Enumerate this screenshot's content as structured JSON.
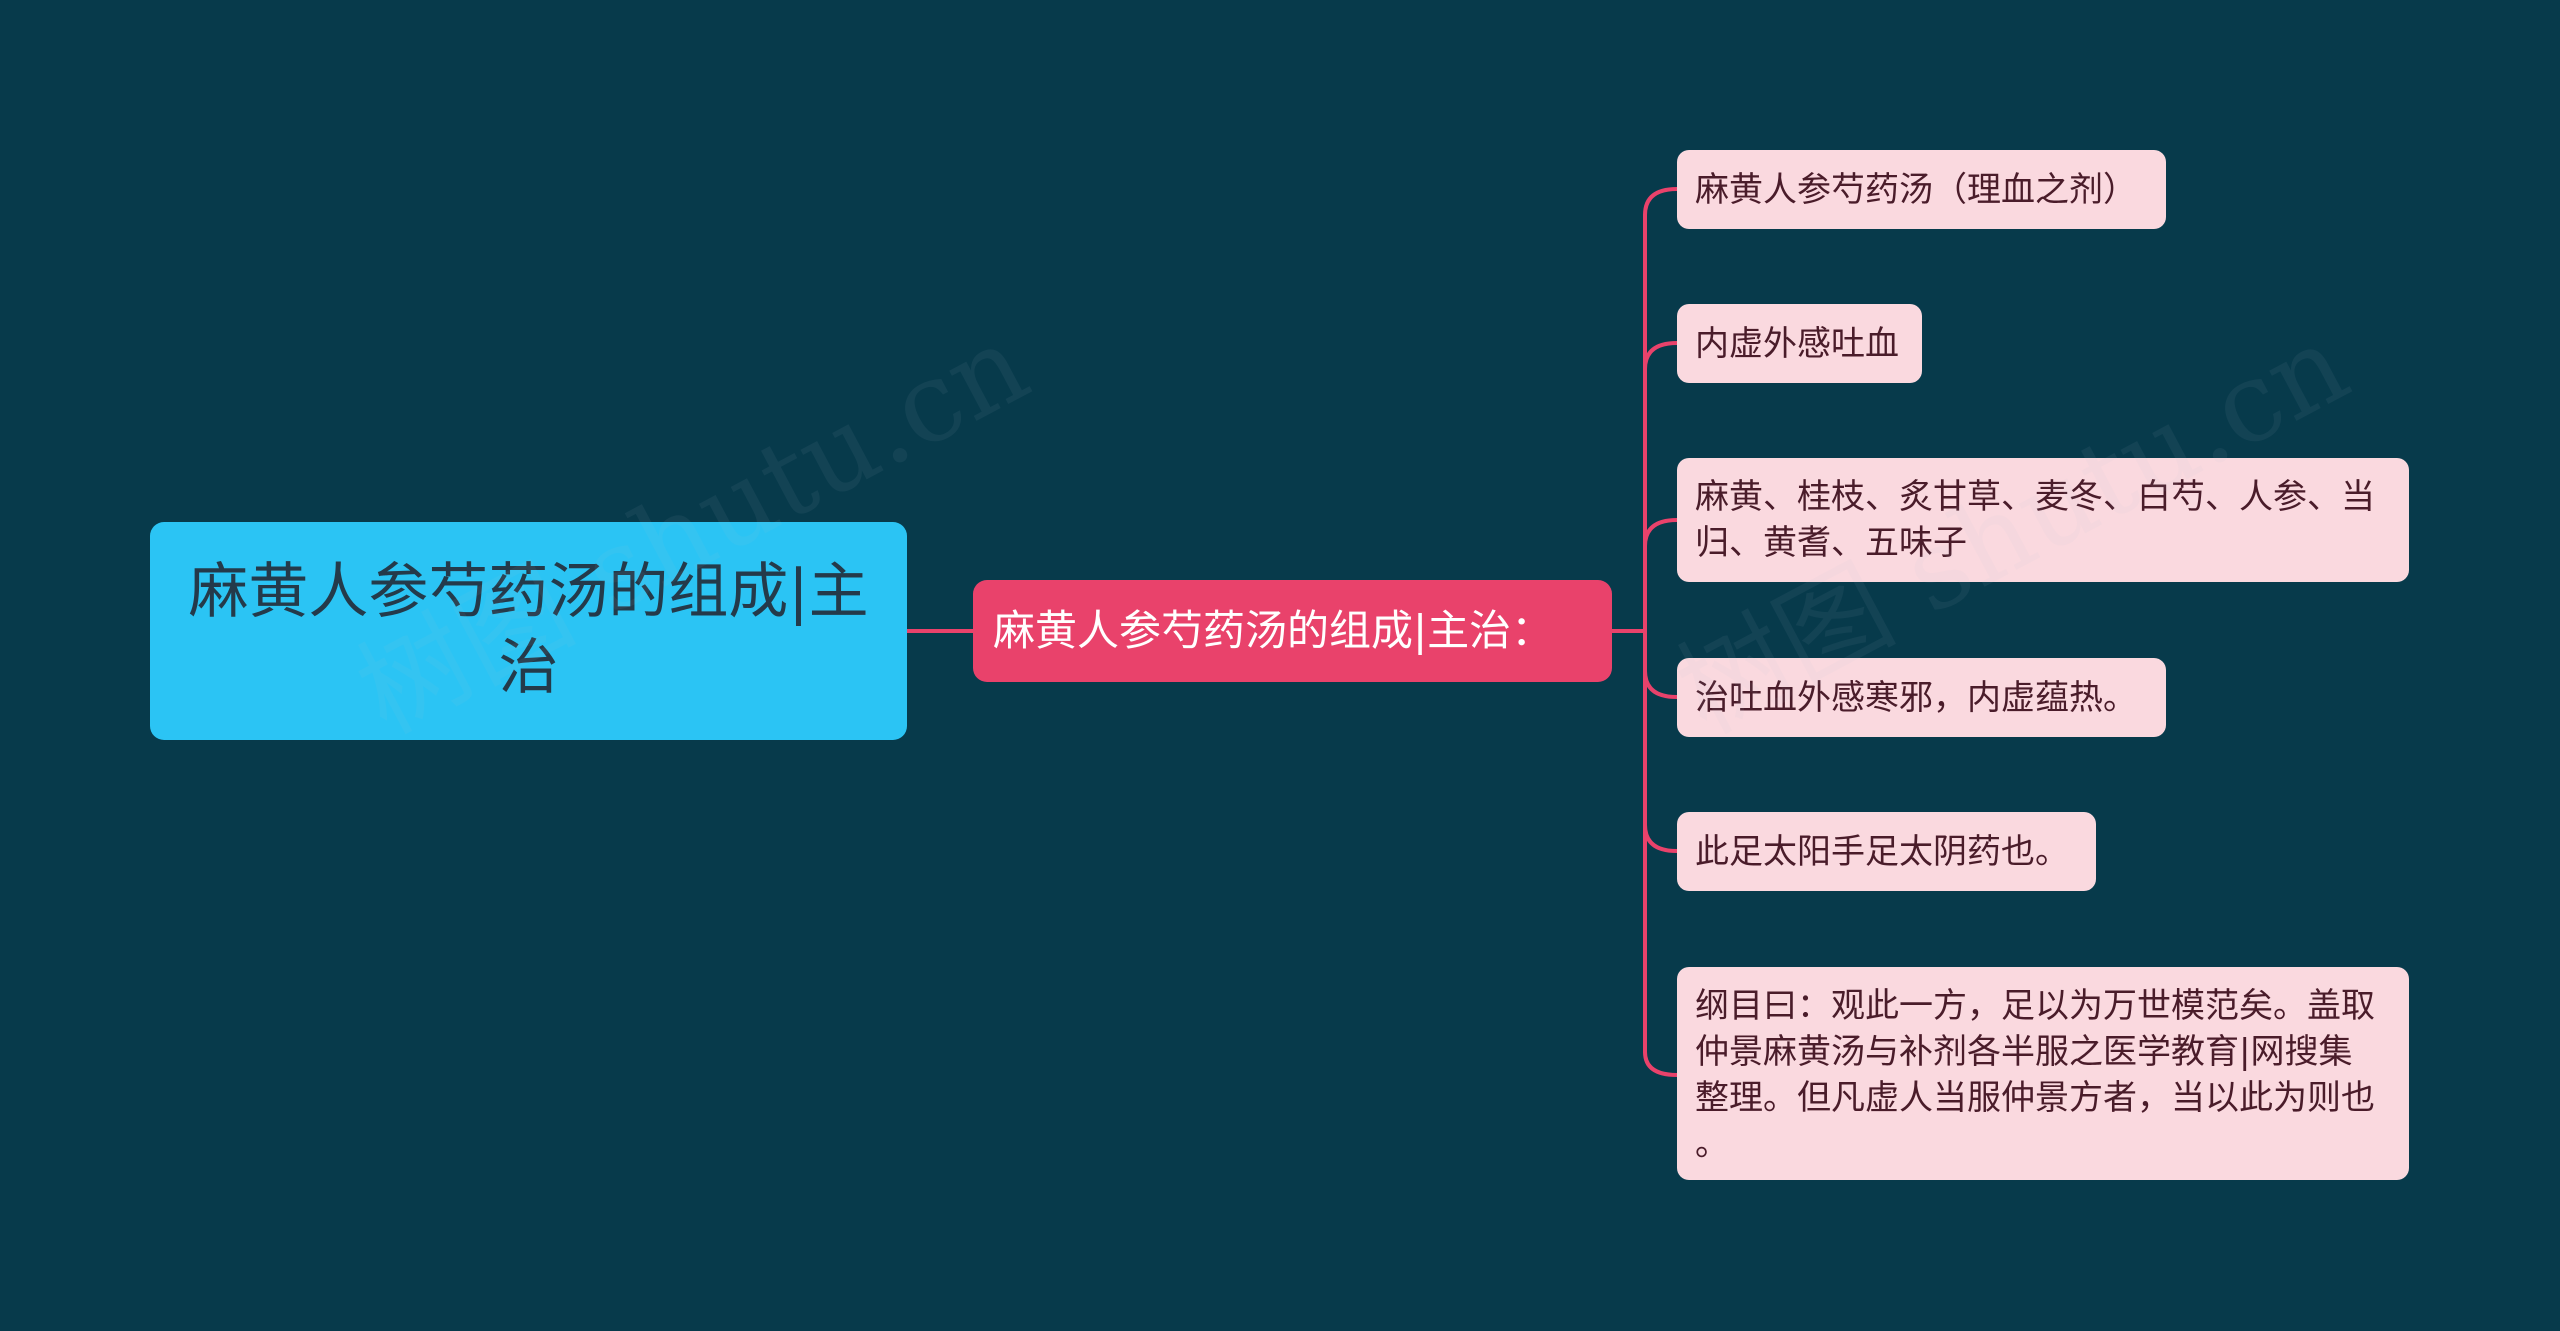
{
  "root": {
    "lines": [
      "麻黄人参芍药汤的组成|主",
      "治"
    ]
  },
  "mid": {
    "label": "麻黄人参芍药汤的组成|主治："
  },
  "leaves": [
    {
      "lines": [
        "麻黄人参芍药汤（理血之剂）"
      ]
    },
    {
      "lines": [
        "内虚外感吐血"
      ]
    },
    {
      "lines": [
        "麻黄、桂枝、炙甘草、麦冬、白芍、人参、当",
        "归、黄耆、五味子"
      ]
    },
    {
      "lines": [
        "治吐血外感寒邪，内虚蕴热。"
      ]
    },
    {
      "lines": [
        "此足太阳手足太阴药也。"
      ]
    },
    {
      "lines": [
        "纲目曰：观此一方，足以为万世模范矣。盖取",
        "仲景麻黄汤与补剂各半服之医学教育|网搜集",
        "整理。但凡虚人当服仲景方者，当以此为则也",
        "。"
      ]
    }
  ],
  "watermark": {
    "left": "树图 shutu.cn",
    "right": "树图 shutu.cn"
  },
  "colors": {
    "background": "#073a4b",
    "root": "#2bc4f4",
    "mid": "#e9426b",
    "leaf": "#fad9df",
    "connector": "#e9426b"
  }
}
